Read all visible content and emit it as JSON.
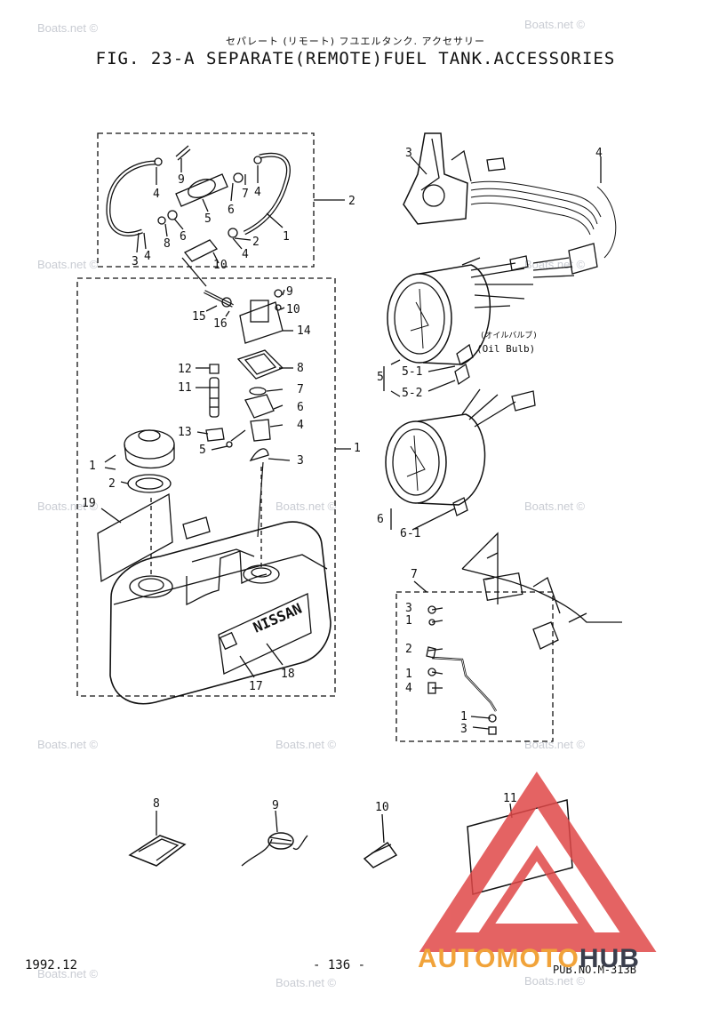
{
  "header": {
    "jp_title": "セパレート (リモート) フユエルタンク. アクセサリー",
    "title": "FIG. 23-A SEPARATE(REMOTE)FUEL TANK.ACCESSORIES"
  },
  "footer": {
    "date": "1992.12",
    "page": "- 136 -",
    "pub_no": "PUB.NO.M-313B"
  },
  "watermark": {
    "text": "Boats.net ©",
    "color": "#c9ccd3"
  },
  "brand": {
    "part_a": "AUTOMOTO",
    "part_b": "HUB",
    "color_a": "#f1a33a",
    "color_b": "#3a3e4c",
    "logo_color": "#e04848"
  },
  "annotations": {
    "oil_bulb_jp": "(オイルバルブ)",
    "oil_bulb": "(Oil Bulb)",
    "tank_brand": "NISSAN"
  },
  "callouts": {
    "c1": "1",
    "c2": "2",
    "c3": "3",
    "c4": "4",
    "c5": "5",
    "c6": "6",
    "c7": "7",
    "c8": "8",
    "c9": "9",
    "c10": "10",
    "c11": "11",
    "c12": "12",
    "c13": "13",
    "c14": "14",
    "c15": "15",
    "c16": "16",
    "c17": "17",
    "c18": "18",
    "c19": "19",
    "c5_1": "5-1",
    "c5_2": "5-2",
    "c6_1": "6-1"
  }
}
